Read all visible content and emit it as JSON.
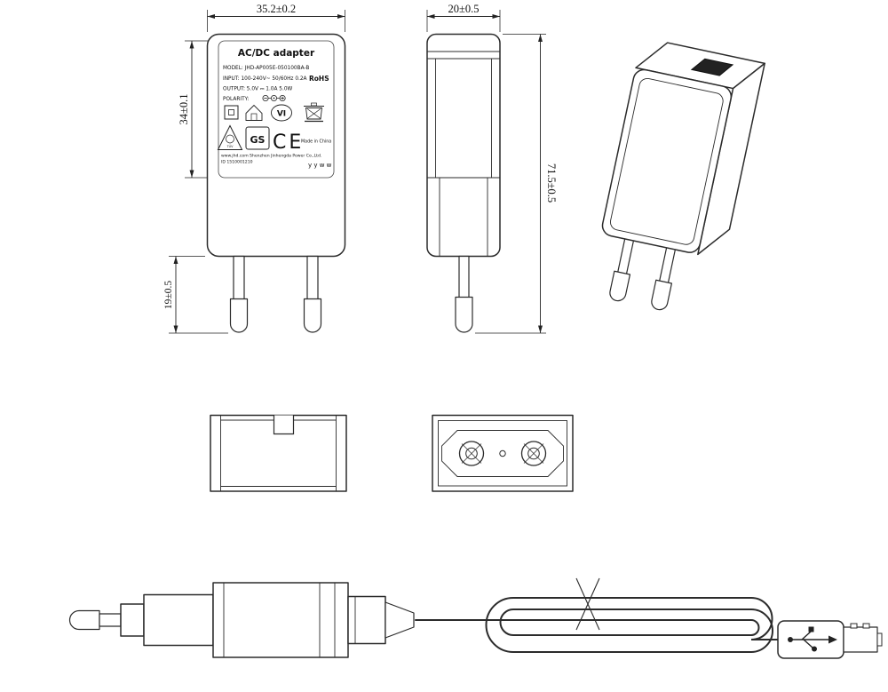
{
  "page": {
    "background": "#ffffff",
    "line_color": "#2b2b2b"
  },
  "dimensions": {
    "front_width": "35.2±0.2",
    "label_height": "34±0.1",
    "pin_length": "19±0.5",
    "side_width": "20±0.5",
    "overall_height": "71.5±0.5"
  },
  "label": {
    "title": "AC/DC  adapter",
    "model": "MODEL: JHD-AP005E-050100BA-B",
    "input": "INPUT: 100-240V~  50/60Hz  0.2A",
    "rohs": "RoHS",
    "output": "OUTPUT: 5.0V ⎓ 1.0A  5.0W",
    "polarity": "POLARITY:",
    "efficiency_mark": "VI",
    "tuv_mark": "TÜV",
    "gs_mark": "GS",
    "ce_mark": "CE",
    "made_in": "Made in China",
    "website": "www.jhd.com",
    "company": "Shenzhen Jinhengda Power Co.,Ltd.",
    "serial_id": "ID 1510001210",
    "date_code": "y y w w"
  }
}
